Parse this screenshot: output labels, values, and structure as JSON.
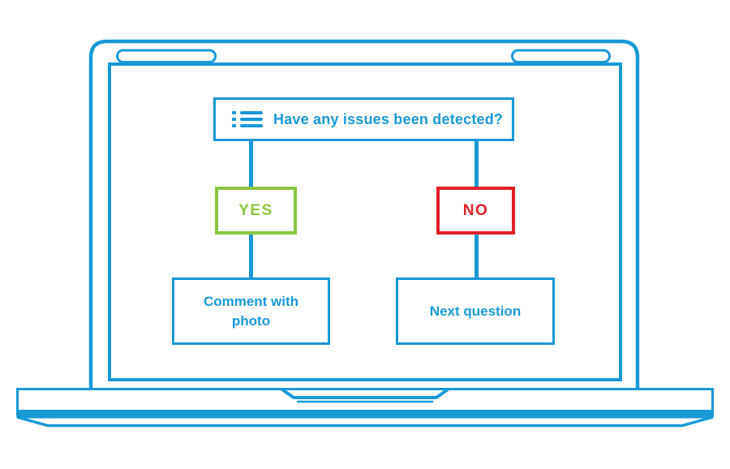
{
  "colors": {
    "blue": "#1899d6",
    "green": "#8cc63f",
    "red": "#e02127"
  },
  "flowchart": {
    "question": {
      "icon": "list-icon",
      "label": "Have any issues been detected?"
    },
    "yes_branch": {
      "label": "YES",
      "result": "Comment with photo"
    },
    "no_branch": {
      "label": "NO",
      "result": "Next question"
    }
  }
}
